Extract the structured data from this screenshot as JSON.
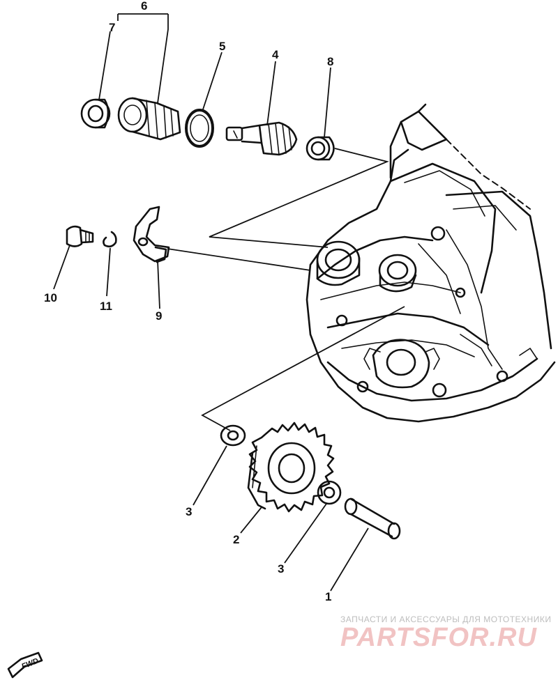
{
  "callouts": {
    "c6": "6",
    "c7": "7",
    "c5": "5",
    "c4": "4",
    "c8": "8",
    "c10": "10",
    "c11": "11",
    "c9": "9",
    "c3a": "3",
    "c2": "2",
    "c3b": "3",
    "c1": "1"
  },
  "direction_marker": "FWD",
  "watermark": {
    "tagline": "ЗАПЧАСТИ И АКСЕССУАРЫ ДЛЯ МОТОТЕХНИКИ",
    "brand": "PARTSFOR.RU"
  },
  "colors": {
    "ink": "#111111",
    "watermark_brand": "#f1c3c3",
    "watermark_tagline": "#bdbdbd"
  }
}
